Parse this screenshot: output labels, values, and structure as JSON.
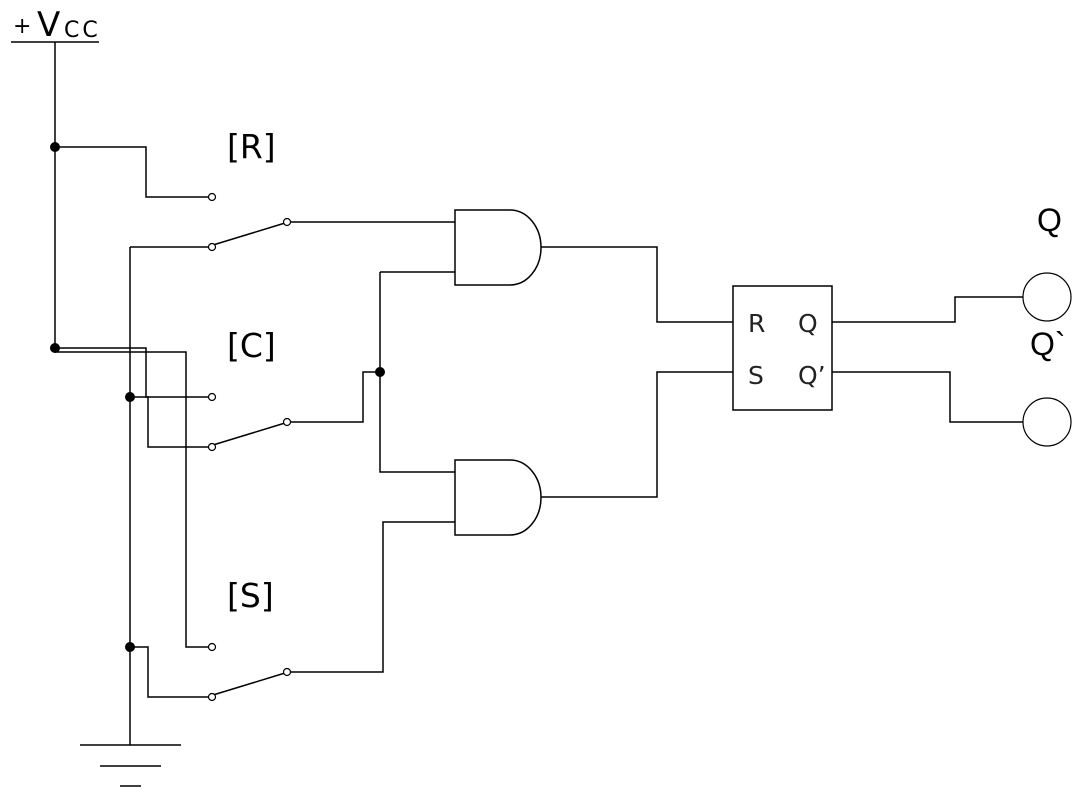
{
  "supply": {
    "plus": "+",
    "v": "V",
    "cc": "CC"
  },
  "switches": {
    "r_label": "[R]",
    "c_label": "[C]",
    "s_label": "[S]"
  },
  "flipflop": {
    "pin_r": "R",
    "pin_s": "S",
    "pin_q": "Q",
    "pin_qbar": "Q’"
  },
  "outputs": {
    "q_label": "Q",
    "qbar_label": "Q`"
  }
}
